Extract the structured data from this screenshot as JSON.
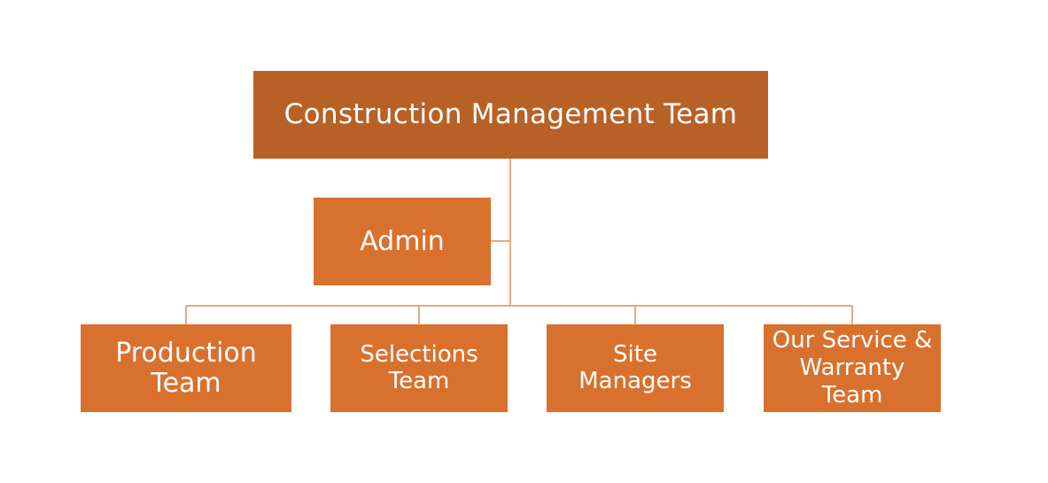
{
  "colors": {
    "top_box": "#b86127",
    "child_box": "#d9712e",
    "connector": "#e8a882",
    "text": "#ffffff"
  },
  "top": {
    "label": "Construction Management Team"
  },
  "assistant": {
    "label": "Admin"
  },
  "children": [
    {
      "label": "Production\nTeam"
    },
    {
      "label": "Selections\nTeam"
    },
    {
      "label": "Site\nManagers"
    },
    {
      "label": "Our Service &\nWarranty\nTeam"
    }
  ]
}
